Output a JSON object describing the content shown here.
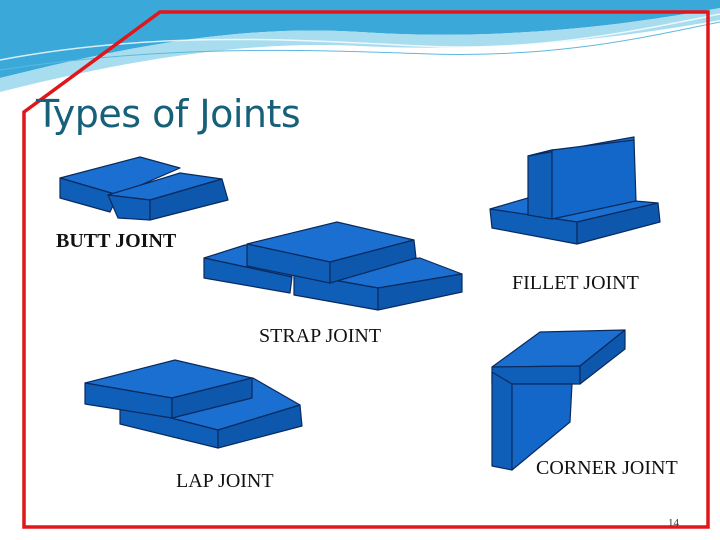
{
  "slide": {
    "title": "Types of Joints",
    "page_number": "14",
    "labels": {
      "butt": "BUTT JOINT",
      "fillet": "FILLET JOINT",
      "strap": "STRAP JOINT",
      "lap": "LAP JOINT",
      "corner": "CORNER JOINT"
    },
    "colors": {
      "frame": "#e0161b",
      "title": "#17607a",
      "plate_fill": "#1367c8",
      "plate_edge": "#0a2a5e",
      "wave_top": "#3aa8d8",
      "wave_light": "#a8dcef"
    }
  }
}
